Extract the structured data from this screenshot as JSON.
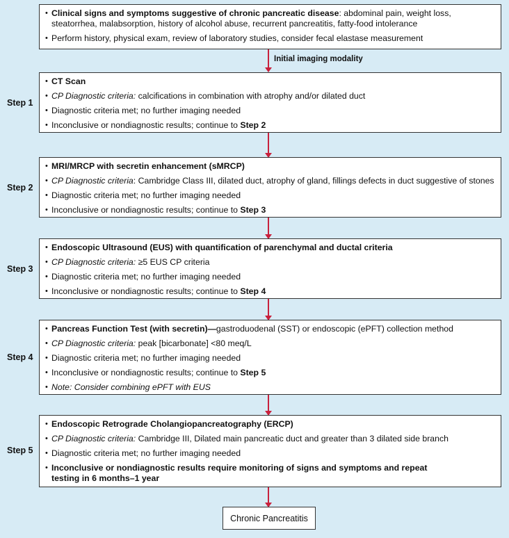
{
  "intro": {
    "signs_bold": "Clinical signs and symptoms suggestive of chronic pancreatic disease",
    "signs_rest": ": abdominal pain, weight loss, steatorrhea, malabsorption, history of alcohol abuse, recurrent pancreatitis, fatty-food intolerance",
    "workup": "Perform history, physical exam, review of laboratory studies, consider fecal elastase measurement"
  },
  "initial_label": "Initial imaging modality",
  "common": {
    "met": "Diagnostic criteria met; no further imaging needed",
    "inconclusive": "Inconclusive or nondiagnostic results; continue to ",
    "cp_label": "CP Diagnostic criteria:"
  },
  "steps": [
    {
      "step_label": "Step 1",
      "title": "CT Scan",
      "criteria": " calcifications in combination with atrophy and/or dilated duct",
      "next": "Step 2"
    },
    {
      "step_label": "Step 2",
      "title": "MRI/MRCP with secretin enhancement (sMRCP)",
      "cp_label": "CP Diagnostic criteria",
      "criteria": ": Cambridge Class III, dilated duct, atrophy of gland, fillings defects in duct suggestive of stones",
      "next": "Step 3"
    },
    {
      "step_label": "Step 3",
      "title": "Endoscopic Ultrasound (EUS) with quantification of parenchymal and ductal criteria",
      "criteria": " ≥5 EUS CP criteria",
      "next": "Step 4"
    },
    {
      "step_label": "Step 4",
      "title": "Pancreas Function Test (with secretin)—",
      "title_rest": "gastroduodenal (SST) or endoscopic (ePFT) collection method",
      "criteria": " peak [bicarbonate] <80 meq/L",
      "next": "Step 5",
      "note": "Note: Consider combining ePFT with EUS"
    },
    {
      "step_label": "Step 5",
      "title": "Endoscopic Retrograde Cholangiopancreatography (ERCP)",
      "criteria": " Cambridge III, Dilated main pancreatic duct and greater than 3 dilated side branch",
      "final_bold": "Inconclusive or nondiagnostic results require monitoring of signs and symptoms and repeat testing in 6 months–1 year"
    }
  ],
  "outcome": "Chronic Pancreatitis",
  "colors": {
    "background": "#d7ebf5",
    "arrow": "#c8203c",
    "border": "#333333"
  }
}
